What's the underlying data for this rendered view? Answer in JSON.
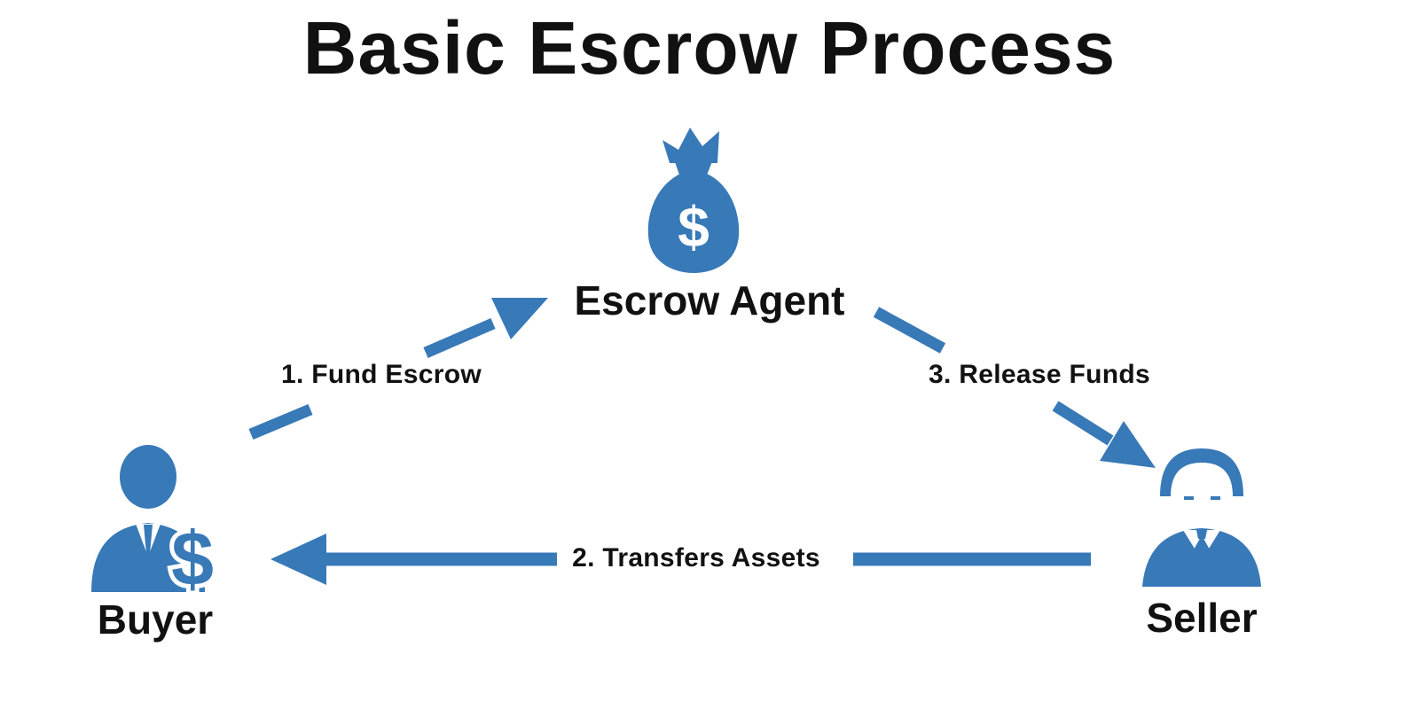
{
  "title": "Basic Escrow Process",
  "colors": {
    "accent": "#3879b8",
    "text": "#111111",
    "background": "#ffffff"
  },
  "nodes": {
    "escrow_agent": {
      "label": "Escrow Agent",
      "icon": "money-bag-icon"
    },
    "buyer": {
      "label": "Buyer",
      "icon": "buyer-person-icon"
    },
    "seller": {
      "label": "Seller",
      "icon": "seller-person-icon"
    }
  },
  "icons": {
    "dollar_glyph": "$"
  },
  "steps": [
    {
      "label": "1. Fund Escrow",
      "from": "Buyer",
      "to": "Escrow Agent"
    },
    {
      "label": "2. Transfers Assets",
      "from": "Seller",
      "to": "Buyer"
    },
    {
      "label": "3.  Release Funds",
      "from": "Escrow Agent",
      "to": "Seller"
    }
  ]
}
